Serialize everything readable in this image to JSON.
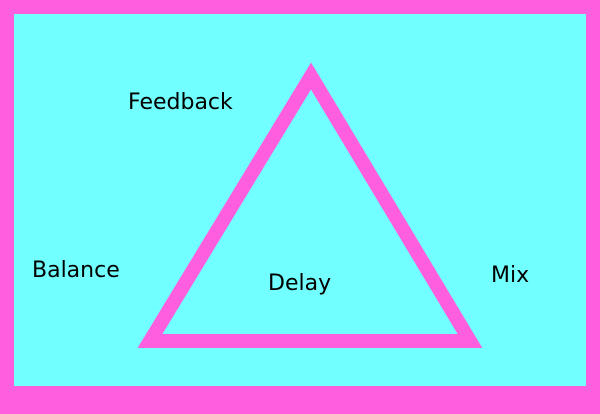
{
  "colors": {
    "background": "#72ffff",
    "frame": "#ff5fde",
    "triangle_stroke": "#ff5fde",
    "text": "#000000"
  },
  "labels": {
    "top_left": "Feedback",
    "left": "Balance",
    "center": "Delay",
    "right": "Mix"
  }
}
